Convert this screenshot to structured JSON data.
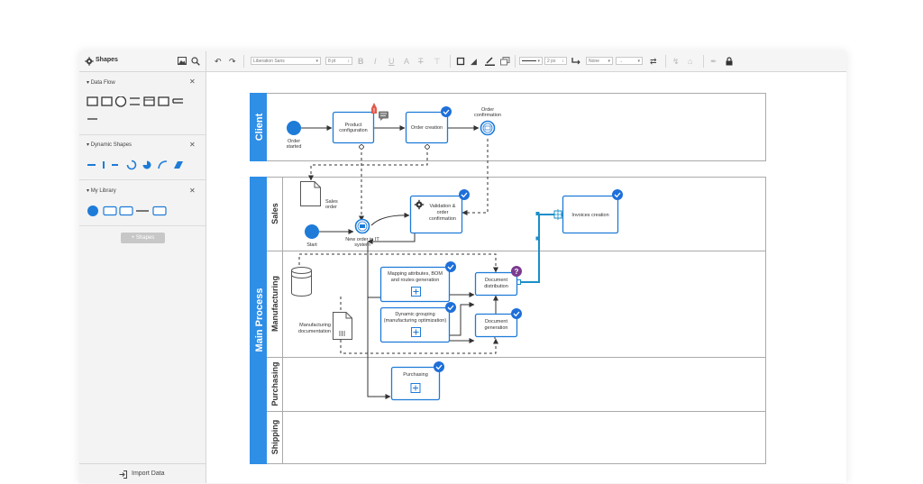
{
  "sidebar": {
    "header_title": "Shapes",
    "sections": [
      {
        "title": "Data Flow"
      },
      {
        "title": "Dynamic Shapes"
      },
      {
        "title": "My Library"
      }
    ],
    "shapes_button": "Shapes",
    "import_label": "Import Data"
  },
  "toolbar": {
    "font": "Liberation Sans",
    "font_size": "8 pt",
    "line_width": "2 px",
    "line_end": "None"
  },
  "icons": [
    "gear-icon",
    "image-icon",
    "search-icon",
    "undo-icon",
    "redo-icon",
    "bold-icon",
    "italic-icon",
    "underline-icon",
    "text-color-icon",
    "strikethrough-icon",
    "fill-icon",
    "pen-icon",
    "shadow-icon",
    "line-style-icon",
    "connector-icon",
    "arrow-icon",
    "swap-icon",
    "lightning-icon",
    "home-icon",
    "wrench-icon",
    "lock-icon",
    "close-icon",
    "checkmark-badge-icon",
    "question-icon",
    "comment-icon",
    "gear-task-icon",
    "envelope-icon"
  ],
  "colors": {
    "accent": "#1e7bd8",
    "pool_header": "#2f8ee6",
    "badge": "#1e6fd9",
    "question": "#7b3b8f",
    "selection": "#1a8fc8"
  },
  "diagram": {
    "pools": [
      {
        "label": "Client"
      },
      {
        "label": "Main Process",
        "lanes": [
          "Sales",
          "Manufacturing",
          "Purchasing",
          "Shipping"
        ]
      }
    ],
    "nodes": {
      "order_started": "Order\nstarted",
      "product_configuration": "Product\nconfiguration",
      "order_creation": "Order creation",
      "order_confirmation": "Order\nconfirmation",
      "sales_order": "Sales\norder",
      "start": "Start",
      "new_order_it": "New order in IT\nsystem",
      "validation": "Validation &\norder\nconfirmation",
      "invoices_creation": "Invoices creation",
      "mapping": "Mapping attributes, BOM\nand routes generation",
      "dynamic_grouping": "Dynamic grouping\n(manufacturing optimization)",
      "document_distribution": "Document\ndistribution",
      "document_generation": "Document\ngeneration",
      "manufacturing_documentation": "Manufacturing\ndocumentation",
      "purchasing": "Purchasing"
    }
  }
}
